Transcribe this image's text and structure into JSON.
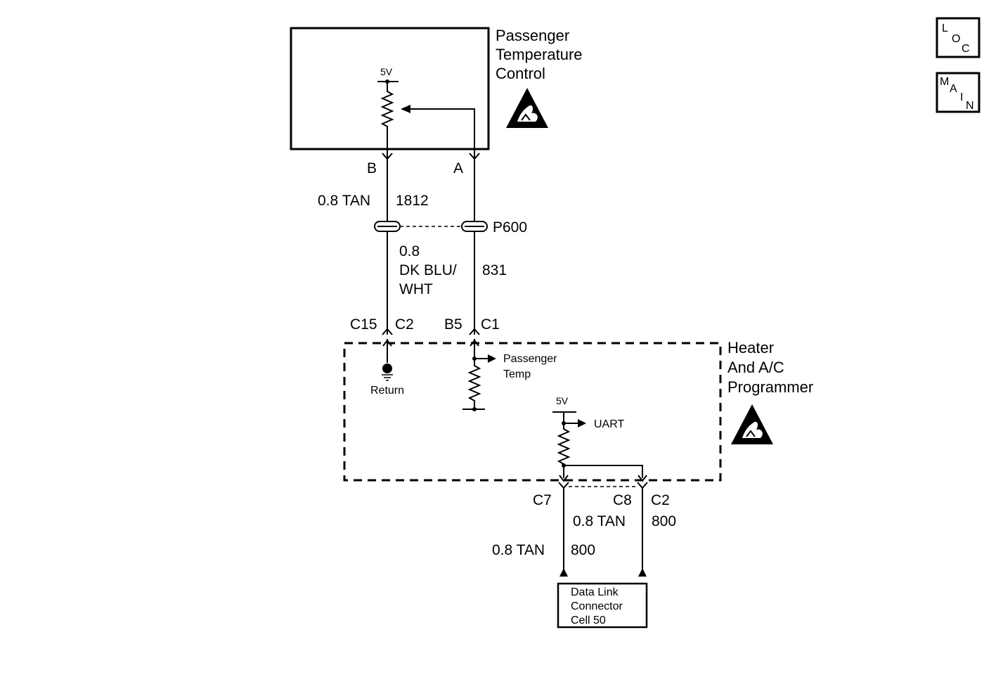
{
  "components": {
    "ptc": {
      "lines": [
        "Passenger",
        "Temperature",
        "Control"
      ],
      "supply": "5V"
    },
    "hac": {
      "lines": [
        "Heater",
        "And A/C",
        "Programmer"
      ],
      "supply": "5V",
      "uart": "UART",
      "return": "Return",
      "passenger_temp": [
        "Passenger",
        "Temp"
      ]
    },
    "dlc": {
      "lines": [
        "Data Link",
        "Connector",
        "Cell 50"
      ]
    }
  },
  "pins": {
    "ptc_b": "B",
    "ptc_a": "A",
    "c15": "C15",
    "c2_left": "C2",
    "b5": "B5",
    "c1": "C1",
    "c7": "C7",
    "c8": "C8",
    "c2_right": "C2"
  },
  "splice": {
    "name": "P600"
  },
  "wires": {
    "upper": {
      "gauge_color": "0.8 TAN",
      "circuit": "1812"
    },
    "dkblu": {
      "lines": [
        "0.8",
        "DK BLU/",
        "WHT"
      ],
      "circuit": "831"
    },
    "c8_wire": {
      "gauge_color": "0.8 TAN",
      "circuit": "800"
    },
    "c7_wire": {
      "gauge_color": "0.8 TAN",
      "circuit": "800"
    }
  },
  "nav": {
    "loc": [
      "L",
      "O",
      "C"
    ],
    "main": [
      "M",
      "A",
      "I",
      "N"
    ]
  },
  "icons": [
    "esd-warning-icon",
    "esd-warning-icon"
  ]
}
